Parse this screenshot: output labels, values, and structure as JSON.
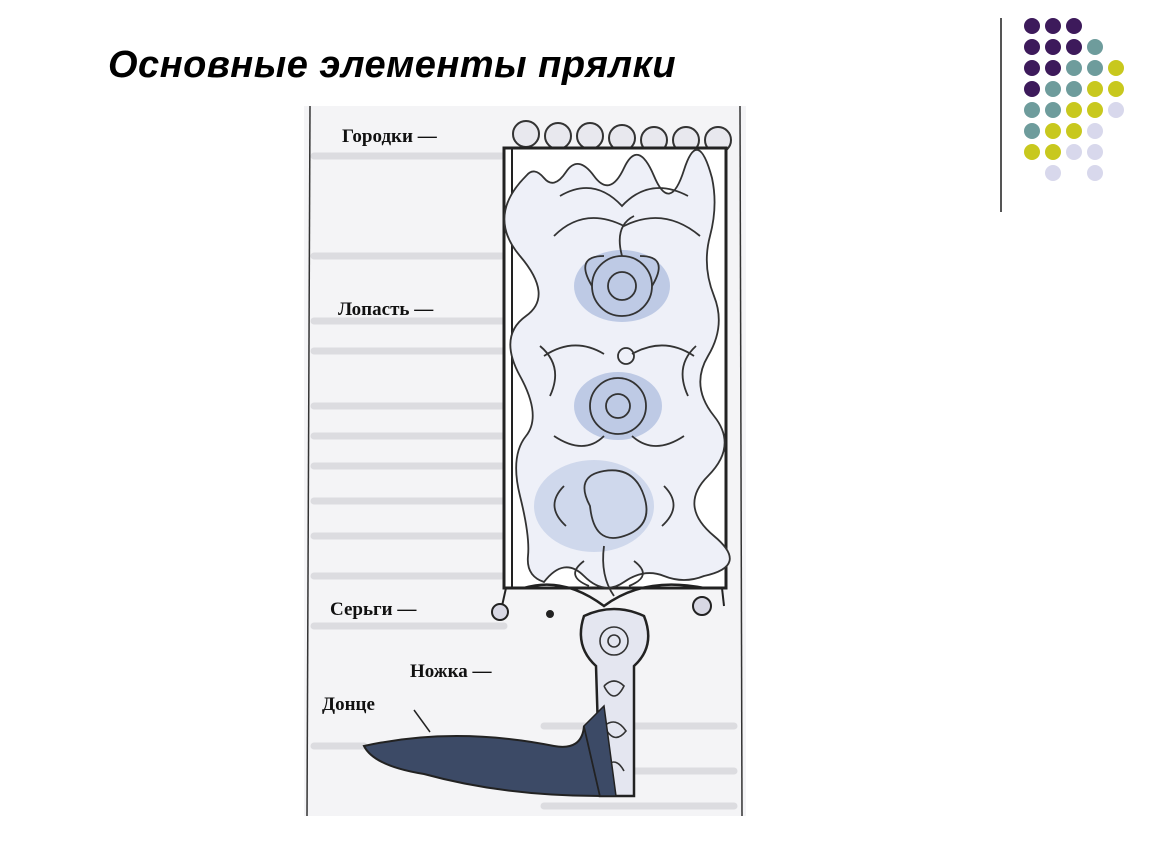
{
  "slide": {
    "title": "Основные элементы прялки"
  },
  "labels": {
    "gorodki": "Городки —",
    "lopast": "Лопасть —",
    "sergi": "Серьги —",
    "nozhka": "Ножка —",
    "dontse": "Донце"
  },
  "colors": {
    "purple": "#3d1a5b",
    "teal": "#6e9c9c",
    "olive": "#c8c81e",
    "lavender": "#d8d8ec",
    "paint_blue": "#9fb0d8",
    "base_dark": "#3c4a66"
  },
  "decor": {
    "dot_grid": [
      [
        "purple",
        "purple",
        "purple",
        "",
        "",
        ""
      ],
      [
        "purple",
        "purple",
        "purple",
        "teal",
        "",
        ""
      ],
      [
        "purple",
        "purple",
        "teal",
        "teal",
        "olive",
        ""
      ],
      [
        "purple",
        "teal",
        "teal",
        "olive",
        "olive",
        ""
      ],
      [
        "teal",
        "teal",
        "olive",
        "olive",
        "lavender",
        ""
      ],
      [
        "teal",
        "olive",
        "olive",
        "lavender",
        "",
        ""
      ],
      [
        "olive",
        "olive",
        "lavender",
        "lavender",
        "",
        ""
      ],
      [
        "",
        "lavender",
        "",
        "lavender",
        "",
        ""
      ]
    ]
  }
}
